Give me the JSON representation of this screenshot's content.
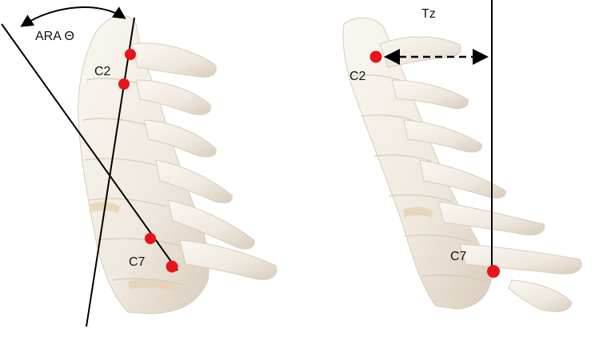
{
  "left_panel": {
    "angle_label": "ARA Θ",
    "c2_label": "C2",
    "c7_label": "C7"
  },
  "right_panel": {
    "tz_label": "Tz",
    "c2_label": "C2",
    "c7_label": "C7"
  },
  "colors": {
    "landmark": "#e8141b",
    "line": "#000000",
    "bone_fill": "#f1ece5",
    "bone_shadow": "#ddd2c4",
    "disc": "#e6cfae"
  }
}
